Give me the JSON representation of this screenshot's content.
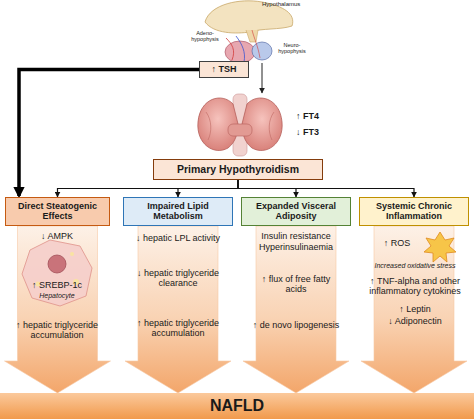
{
  "diagram": {
    "nodes": [
      {
        "text": [
          "↑ TSH"
        ]
      },
      {
        "text": [
          "Primary Hypothyroidism"
        ]
      },
      {
        "text": [
          "Direct Steatogenic Effects"
        ]
      },
      {
        "text": [
          "Impaired Lipid Metabolism"
        ]
      },
      {
        "text": [
          "Expanded Visceral Adiposity"
        ]
      },
      {
        "text": [
          "Systemic Chronic Inflammation"
        ]
      },
      {
        "text": [
          "NAFLD"
        ]
      }
    ],
    "edges": [
      {
        "from": 0,
        "to": 2,
        "arrow": "to"
      },
      {
        "from": 1,
        "to": 2,
        "arrow": "to"
      },
      {
        "from": 1,
        "to": 3,
        "arrow": "to"
      },
      {
        "from": 1,
        "to": 4,
        "arrow": "to"
      },
      {
        "from": 1,
        "to": 5,
        "arrow": "to"
      },
      {
        "from": 2,
        "to": 6,
        "arrow": "to"
      },
      {
        "from": 3,
        "to": 6,
        "arrow": "to"
      },
      {
        "from": 4,
        "to": 6,
        "arrow": "to"
      },
      {
        "from": 5,
        "to": 6,
        "arrow": "to"
      }
    ],
    "labels": [
      "Hypothalamus",
      "Adeno-hypophysis",
      "Neuro-hypophysis",
      "↑ FT4",
      "↓ FT3",
      "↓ AMPK",
      "↑ SREBP-1c",
      "Hepatocyte",
      "↑ hepatic triglyceride accumulation",
      "↓ hepatic LPL activity",
      "↓ hepatic triglyceride clearance",
      "↑ hepatic triglyceride accumulation",
      "Insulin resistance",
      "Hyperinsulinaemia",
      "↑ flux of free fatty acids",
      "↑ de novo lipogenesis",
      "↑ ROS",
      "Increased oxidative stress",
      "↑ TNF-alpha and other inflammatory cytokines",
      "↑ Leptin",
      "↓ Adiponectin"
    ]
  }
}
